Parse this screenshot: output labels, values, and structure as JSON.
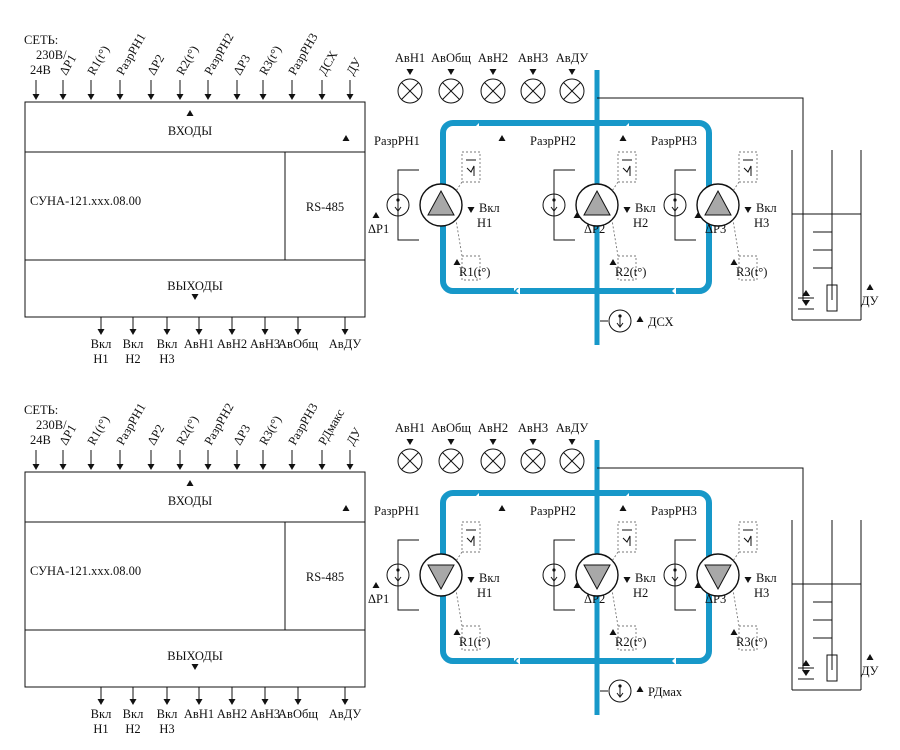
{
  "colors": {
    "pipe": "#1798c9",
    "pump": "#a8a8a8",
    "line": "#111111"
  },
  "panels": [
    {
      "power": "СЕТЬ:",
      "power_voltage": "230В/",
      "power_voltage2": "24В",
      "inputs": [
        "ΔР1",
        "R1(t°)",
        "РазрРН1",
        "ΔР2",
        "R2(t°)",
        "РазрРН2",
        "ΔР3",
        "R3(t°)",
        "РазрРН3",
        "ДСХ",
        "ДУ"
      ],
      "inputs_title": "ВХОДЫ",
      "device": "СУНА-121.xxx.08.00",
      "interface": "RS-485",
      "outputs_title": "ВЫХОДЫ",
      "outputs": [
        [
          "Вкл",
          "Н1"
        ],
        [
          "Вкл",
          "Н2"
        ],
        [
          "Вкл",
          "Н3"
        ],
        [
          "АвН1"
        ],
        [
          "АвН2"
        ],
        [
          "АвН3"
        ],
        [
          "АвОбщ"
        ],
        [
          "АвДУ"
        ]
      ],
      "lamps": [
        "АвН1",
        "АвОбщ",
        "АвН2",
        "АвН3",
        "АвДУ"
      ],
      "pump_arrow": "up",
      "pumps": [
        {
          "enable": "РазрРН1",
          "on1": "Вкл",
          "on2": "Н1",
          "temp": "R1(t°)",
          "dp": "ΔР1"
        },
        {
          "enable": "РазрРН2",
          "on1": "Вкл",
          "on2": "Н2",
          "temp": "R2(t°)",
          "dp": "ΔР2"
        },
        {
          "enable": "РазрРН3",
          "on1": "Вкл",
          "on2": "Н3",
          "temp": "R3(t°)",
          "dp": "ΔР3"
        }
      ],
      "main_sensor": "ДСХ",
      "level_sensor": "ДУ"
    },
    {
      "power": "СЕТЬ:",
      "power_voltage": "230В/",
      "power_voltage2": "24В",
      "inputs": [
        "ΔР1",
        "R1(t°)",
        "РазрРН1",
        "ΔР2",
        "R2(t°)",
        "РазрРН2",
        "ΔР3",
        "R3(t°)",
        "РазрРН3",
        "РДмакс",
        "ДУ"
      ],
      "inputs_title": "ВХОДЫ",
      "device": "СУНА-121.xxx.08.00",
      "interface": "RS-485",
      "outputs_title": "ВЫХОДЫ",
      "outputs": [
        [
          "Вкл",
          "Н1"
        ],
        [
          "Вкл",
          "Н2"
        ],
        [
          "Вкл",
          "Н3"
        ],
        [
          "АвН1"
        ],
        [
          "АвН2"
        ],
        [
          "АвН3"
        ],
        [
          "АвОбщ"
        ],
        [
          "АвДУ"
        ]
      ],
      "lamps": [
        "АвН1",
        "АвОбщ",
        "АвН2",
        "АвН3",
        "АвДУ"
      ],
      "pump_arrow": "down",
      "pumps": [
        {
          "enable": "РазрРН1",
          "on1": "Вкл",
          "on2": "Н1",
          "temp": "R1(t°)",
          "dp": "ΔР1"
        },
        {
          "enable": "РазрРН2",
          "on1": "Вкл",
          "on2": "Н2",
          "temp": "R2(t°)",
          "dp": "ΔР2"
        },
        {
          "enable": "РазрРН3",
          "on1": "Вкл",
          "on2": "Н3",
          "temp": "R3(t°)",
          "dp": "ΔР3"
        }
      ],
      "main_sensor": "РДмах",
      "level_sensor": "ДУ"
    }
  ]
}
